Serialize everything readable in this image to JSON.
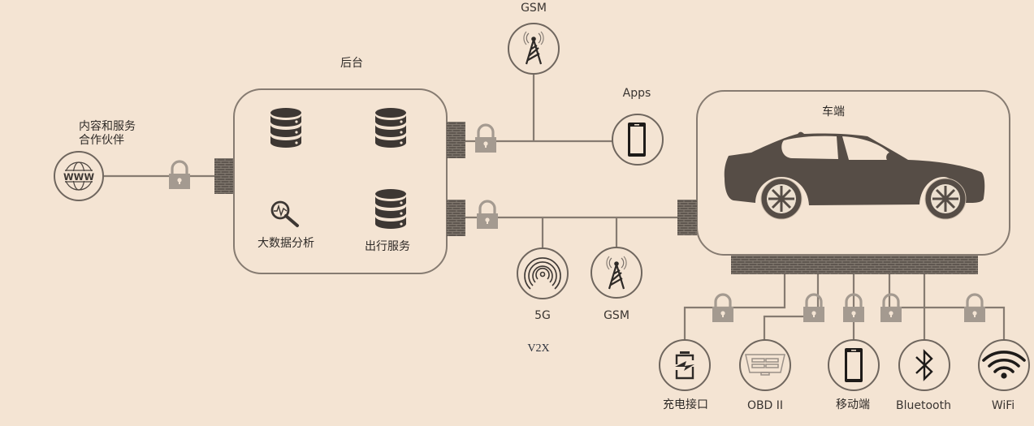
{
  "colors": {
    "background": "#f4e4d3",
    "line": "#867b71",
    "firewall": "#5f5750",
    "lock": "#a49a90",
    "icon_dark": "#3d3733",
    "car": "#564d46"
  },
  "partner": {
    "title_line1": "内容和服务",
    "title_line2": "合作伙伴",
    "icon": "www-globe-icon",
    "icon_text": "WWW"
  },
  "backend": {
    "title": "后台",
    "items": [
      {
        "icon": "database-icon"
      },
      {
        "icon": "database-icon"
      },
      {
        "icon": "analytics-magnifier-icon",
        "label": "大数据分析"
      },
      {
        "icon": "database-icon",
        "label": "出行服务"
      }
    ]
  },
  "top_network": {
    "gsm_label": "GSM",
    "apps_label": "Apps"
  },
  "v2x": {
    "fiveg_label": "5G",
    "gsm_label": "GSM",
    "group_label": "V2X"
  },
  "vehicle": {
    "title": "车端",
    "icon": "car-icon"
  },
  "interfaces": [
    {
      "label": "充电接口",
      "icon": "charging-port-icon"
    },
    {
      "label": "OBD II",
      "icon": "obd-port-icon"
    },
    {
      "label": "移动端",
      "icon": "mobile-phone-icon"
    },
    {
      "label": "Bluetooth",
      "icon": "bluetooth-icon"
    },
    {
      "label": "WiFi",
      "icon": "wifi-icon"
    }
  ]
}
